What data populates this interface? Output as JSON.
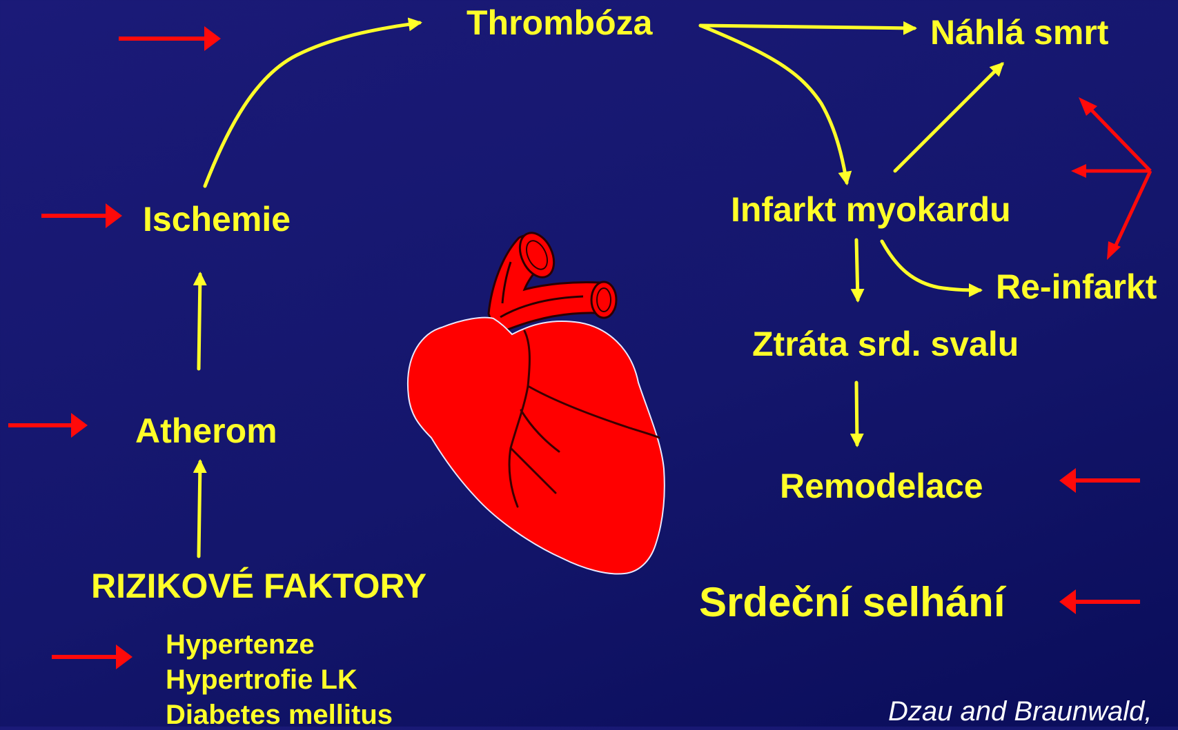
{
  "nodes": {
    "thromboza": "Thrombóza",
    "nahla_smrt": "Náhlá smrt",
    "ischemie": "Ischemie",
    "infarkt_myokardu": "Infarkt myokardu",
    "re_infarkt": "Re-infarkt",
    "ztrata_svalu": "Ztráta srd. svalu",
    "atherom": "Atherom",
    "remodelace": "Remodelace",
    "rizikove_faktory": "RIZIKOVÉ FAKTORY",
    "srdecni_selhani": "Srdeční selhání"
  },
  "risk_factors": [
    "Hypertenze",
    "Hypertrofie LK",
    "Diabetes mellitus"
  ],
  "citation": "Dzau and Braunwald,",
  "colors": {
    "background": "#15176e",
    "text": "#ffff29",
    "flow_arrow": "#ffff29",
    "intervention_arrow": "#ff0a0a",
    "heart_fill": "#ff0000",
    "heart_outline": "#e8e8ff",
    "heart_vessel": "#3a0000",
    "citation_text": "#ffffff"
  }
}
